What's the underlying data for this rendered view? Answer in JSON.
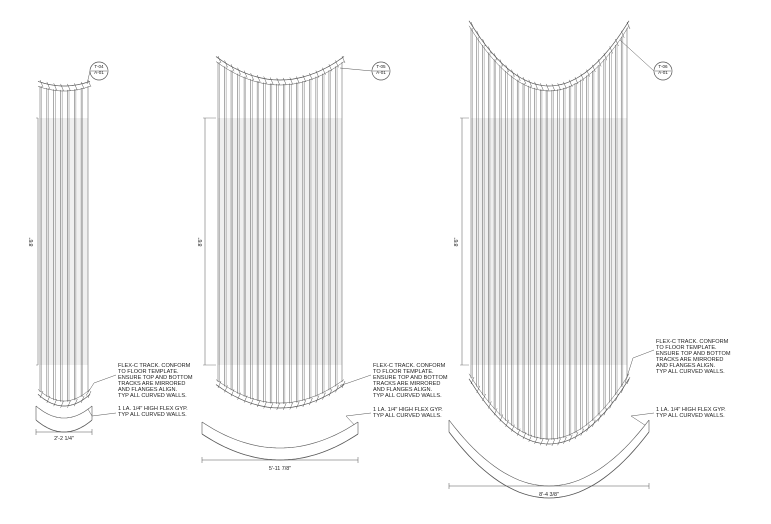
{
  "drawing": {
    "columns": [
      {
        "tag": {
          "line1": "T-04",
          "line2": "A-01"
        },
        "height_dim": "8'6\"",
        "width_dim": "2'-2 1/4\"",
        "stud_count": 8,
        "notes": []
      },
      {
        "tag": {
          "line1": "T-05",
          "line2": "A-01"
        },
        "height_dim": "8'6\"",
        "width_dim": "5'-11 7/8\"",
        "stud_count": 20,
        "notes": [
          [
            "FLEX-C TRACK. CONFORM",
            "TO FLOOR TEMPLATE.",
            "ENSURE TOP AND BOTTOM",
            "TRACKS ARE MIRRORED",
            "AND FLANGES ALIGN.",
            "TYP ALL CURVED WALLS."
          ],
          [
            "1 LA. 1/4\" HIGH FLEX GYP.",
            "TYP ALL CURVED WALLS."
          ]
        ]
      },
      {
        "tag": {
          "line1": "T-06",
          "line2": "A-01"
        },
        "height_dim": "8'6\"",
        "width_dim": "8'-4 3/8\"",
        "stud_count": 28,
        "notes": [
          [
            "FLEX-C TRACK. CONFORM",
            "TO FLOOR TEMPLATE.",
            "ENSURE TOP AND BOTTOM",
            "TRACKS ARE MIRRORED",
            "AND FLANGES ALIGN.",
            "TYP ALL CURVED WALLS."
          ],
          [
            "1 LA. 1/4\" HIGH FLEX GYP.",
            "TYP ALL CURVED WALLS."
          ]
        ]
      }
    ],
    "leading_note_col1": [
      "FLEX-C TRACK. CONFORM",
      "TO FLOOR TEMPLATE.",
      "ENSURE TOP AND BOTTOM",
      "TRACKS ARE MIRRORED",
      "AND FLANGES ALIGN.",
      "TYP ALL CURVED WALLS."
    ],
    "leading_note2_col1": [
      "1 LA. 1/4\" HIGH FLEX GYP.",
      "TYP ALL CURVED WALLS."
    ]
  }
}
